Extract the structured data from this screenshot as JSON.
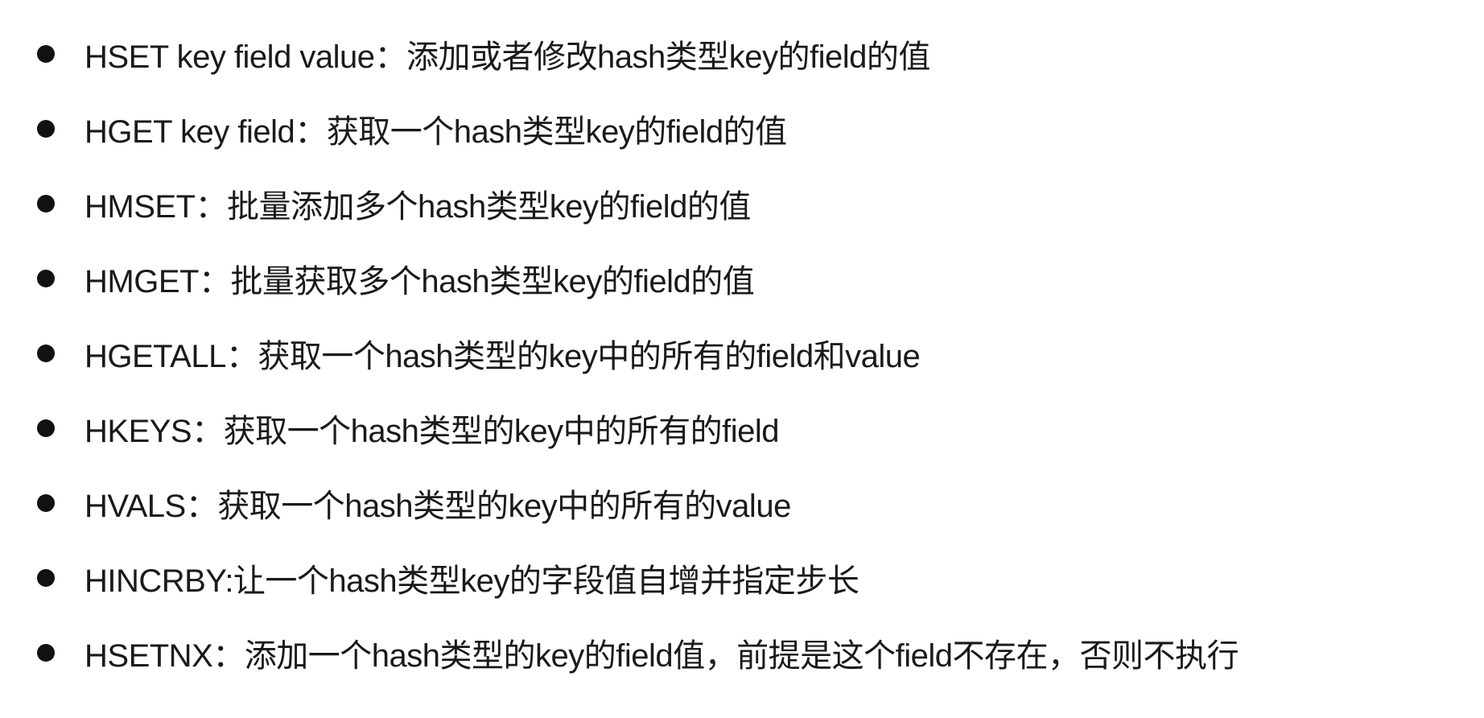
{
  "items": [
    {
      "text": "HSET key field value：添加或者修改hash类型key的field的值"
    },
    {
      "text": "HGET key field：获取一个hash类型key的field的值"
    },
    {
      "text": "HMSET：批量添加多个hash类型key的field的值"
    },
    {
      "text": "HMGET：批量获取多个hash类型key的field的值"
    },
    {
      "text": "HGETALL：获取一个hash类型的key中的所有的field和value"
    },
    {
      "text": "HKEYS：获取一个hash类型的key中的所有的field"
    },
    {
      "text": "HVALS：获取一个hash类型的key中的所有的value"
    },
    {
      "text": "HINCRBY:让一个hash类型key的字段值自增并指定步长"
    },
    {
      "text": "HSETNX：添加一个hash类型的key的field值，前提是这个field不存在，否则不执行"
    }
  ]
}
